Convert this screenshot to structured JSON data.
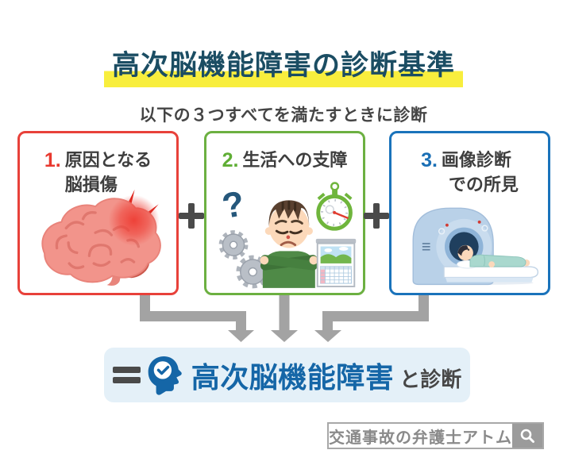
{
  "title": {
    "text": "高次脳機能障害の診断基準",
    "text_color": "#1b4d63",
    "highlight_color": "#f8ee3d"
  },
  "subtitle": "以下の３つすべてを満たすときに診断",
  "criteria": [
    {
      "number": "1.",
      "lines": [
        "原因となる",
        "脳損傷"
      ],
      "accent_color": "#e8413a",
      "illustration": "injured-brain-icon"
    },
    {
      "number": "2.",
      "lines": [
        "生活への支障"
      ],
      "accent_color": "#5fae35",
      "illustration": "confused-man-icon",
      "question_mark": "?"
    },
    {
      "number": "3.",
      "lines": [
        "画像診断",
        "での所見"
      ],
      "accent_color": "#1a73bb",
      "illustration": "mri-scanner-icon"
    }
  ],
  "operators": {
    "plus_icon": "plus-icon",
    "equals_icon": "equals-icon",
    "color": "#4a4a4a"
  },
  "arrows": {
    "icon": "merge-arrows-icon",
    "color": "#a3a3a3"
  },
  "result": {
    "icon": "head-check-icon",
    "term": "高次脳機能障害",
    "term_color": "#1566a7",
    "suffix": "と診断",
    "suffix_color": "#474747",
    "background": "#e4f0f8"
  },
  "footer": {
    "search_text": "交通事故の弁護士アトム",
    "search_icon": "magnifier-icon"
  }
}
